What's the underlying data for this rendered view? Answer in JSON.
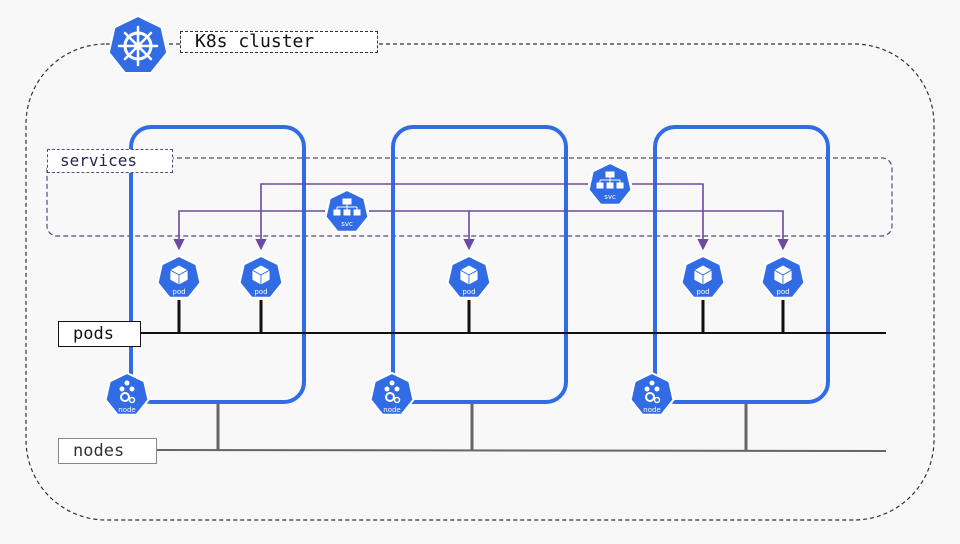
{
  "labels": {
    "cluster": "K8s cluster",
    "services": "services",
    "pods": "pods",
    "nodes": "nodes"
  },
  "icons": {
    "pod": "pod",
    "svc": "svc",
    "node": "node"
  },
  "colors": {
    "k8s_blue": "#326ce5",
    "service_purple": "#6b4ba1",
    "pod_line": "#111111",
    "node_line": "#666666"
  }
}
